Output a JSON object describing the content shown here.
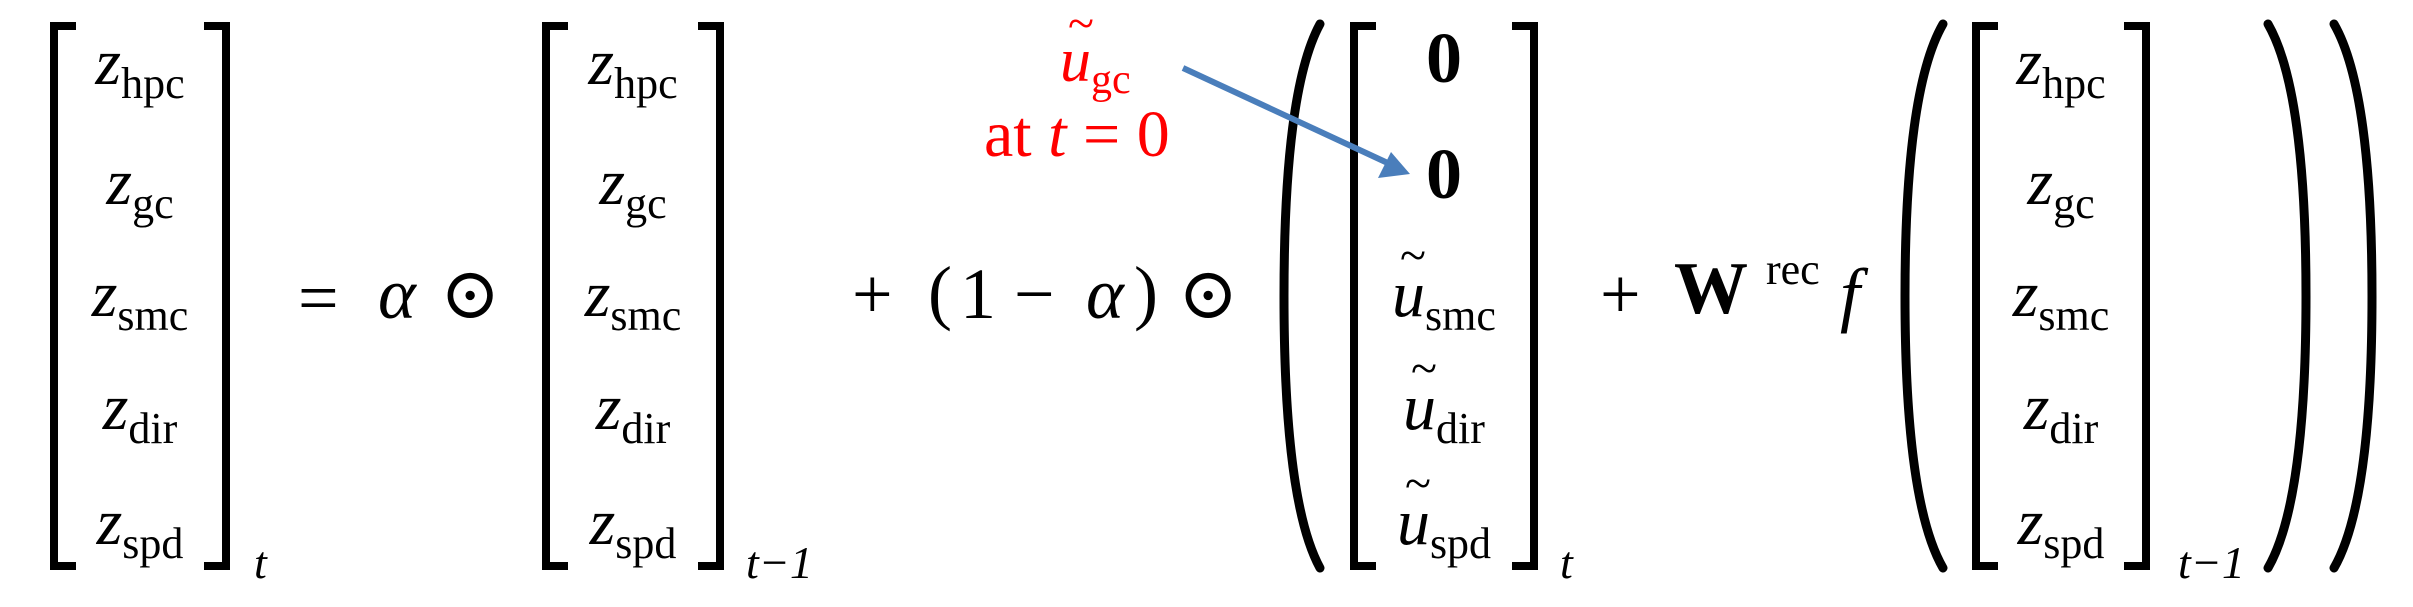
{
  "equation": {
    "lhs": {
      "entries": [
        {
          "var": "z",
          "sub": "hpc"
        },
        {
          "var": "z",
          "sub": "gc"
        },
        {
          "var": "z",
          "sub": "smc"
        },
        {
          "var": "z",
          "sub": "dir"
        },
        {
          "var": "z",
          "sub": "spd"
        }
      ],
      "subscript": "t"
    },
    "equals": "=",
    "term1": {
      "coef": "α",
      "op": "⊙",
      "entries": [
        {
          "var": "z",
          "sub": "hpc"
        },
        {
          "var": "z",
          "sub": "gc"
        },
        {
          "var": "z",
          "sub": "smc"
        },
        {
          "var": "z",
          "sub": "dir"
        },
        {
          "var": "z",
          "sub": "spd"
        }
      ],
      "subscript": "t−1"
    },
    "term2": {
      "plus": "+",
      "coef_open": "(",
      "coef_one": "1",
      "coef_minus": "−",
      "coef_alpha": "α",
      "coef_close": ")",
      "op": "⊙",
      "entries": [
        {
          "var": "0",
          "sub": ""
        },
        {
          "var": "0",
          "sub": ""
        },
        {
          "var": "u",
          "sub": "smc"
        },
        {
          "var": "u",
          "sub": "dir"
        },
        {
          "var": "u",
          "sub": "spd"
        }
      ],
      "subscript": "t"
    },
    "term3": {
      "plus": "+",
      "matrix": "W",
      "superscript": "rec",
      "func": "f",
      "entries": [
        {
          "var": "z",
          "sub": "hpc"
        },
        {
          "var": "z",
          "sub": "gc"
        },
        {
          "var": "z",
          "sub": "smc"
        },
        {
          "var": "z",
          "sub": "dir"
        },
        {
          "var": "z",
          "sub": "spd"
        }
      ],
      "subscript": "t−1"
    }
  },
  "annotation": {
    "var": "u",
    "sub": "gc",
    "line2": "at t = 0",
    "line2_at": "at",
    "line2_t": "t",
    "line2_eq": "= 0",
    "color": "#ff0000",
    "arrow_color": "#4a7ebb"
  }
}
